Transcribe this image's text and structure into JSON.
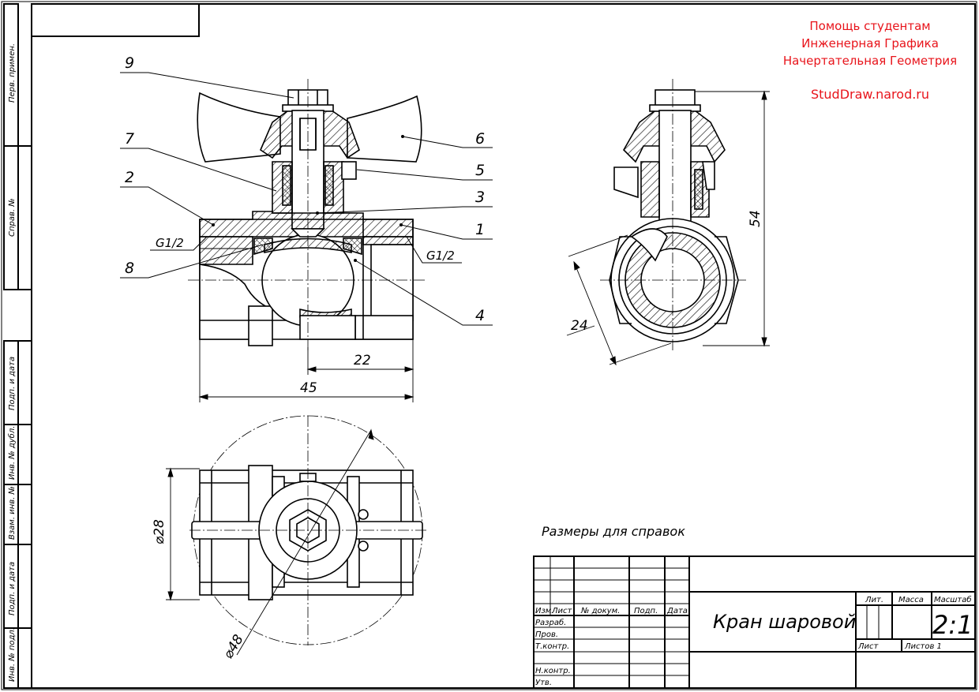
{
  "watermark": {
    "line1": "Помощь студентам",
    "line2": "Инженерная Графика",
    "line3": "Начертательная Геометрия",
    "site": "StudDraw.narod.ru",
    "color": "#e8141b"
  },
  "side_stamp": {
    "perv_primen": "Перв. примен.",
    "sprav_no": "Справ. №",
    "podp_data_1": "Подп. и дата",
    "inv_dubl": "Инв. № дубл.",
    "vzam_inv": "Взам. инв. №",
    "podp_data_2": "Подп. и дата",
    "inv_podl": "Инв. № подл."
  },
  "callouts": {
    "n9": "9",
    "n7": "7",
    "n2": "2",
    "n8": "8",
    "n6": "6",
    "n5": "5",
    "n3": "3",
    "n1": "1",
    "n4": "4",
    "g_left": "G1/2",
    "g_right": "G1/2"
  },
  "dimensions": {
    "d22": "22",
    "d45": "45",
    "d54": "54",
    "d24": "24",
    "d28": "⌀28",
    "d48": "⌀48"
  },
  "note": "Размеры для справок",
  "title_block": {
    "izm": "Изм.",
    "list": "Лист",
    "docum": "№ докум.",
    "podp": "Подп.",
    "data": "Дата",
    "razrab": "Разраб.",
    "prov": "Пров.",
    "tkontr": "Т.контр.",
    "nkontr": "Н.контр.",
    "utv": "Утв.",
    "title": "Кран шаровой",
    "lit": "Лит.",
    "massa": "Масса",
    "masshtab": "Масштаб",
    "scale": "2:1",
    "list2": "Лист",
    "listov": "Листов 1"
  }
}
